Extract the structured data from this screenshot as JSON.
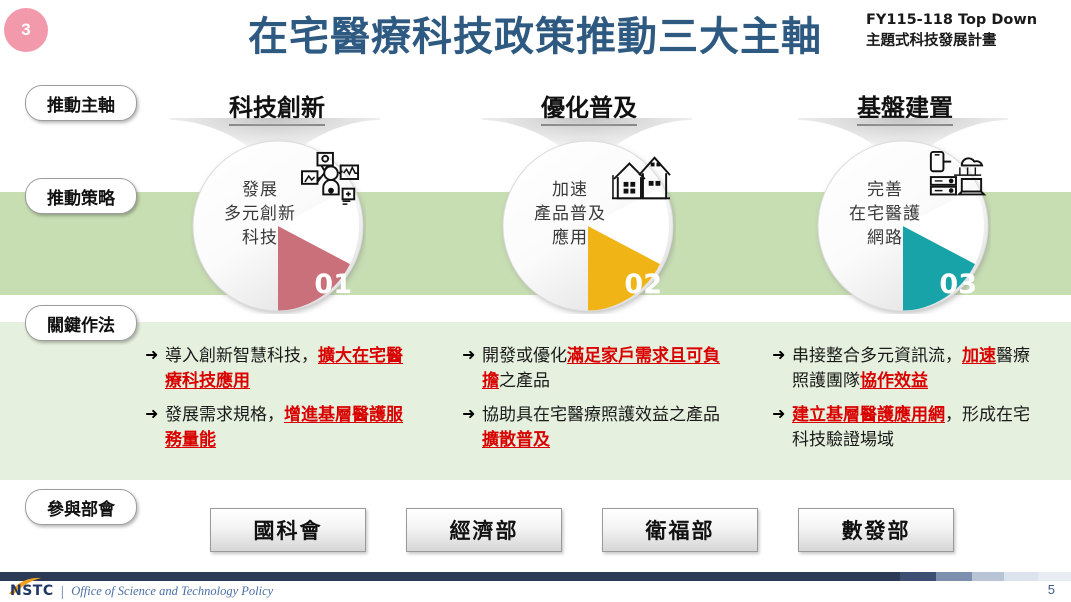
{
  "slide": {
    "badge_number": "3",
    "title": "在宅醫療科技政策推動三大主軸",
    "subtitle_line1": "FY115-118 Top Down",
    "subtitle_line2": "主題式科技發展計畫",
    "page_number": "5"
  },
  "row_labels": [
    {
      "label": "推動主軸"
    },
    {
      "label": "推動策略"
    },
    {
      "label": "關鍵作法"
    },
    {
      "label": "參與部會"
    }
  ],
  "columns": [
    {
      "header": "科技創新",
      "circle": {
        "text_lines": [
          "發展",
          "多元創新",
          "科技"
        ],
        "number": "01",
        "color": "#c9707a",
        "icon": "telemedicine-icon"
      },
      "actions": [
        {
          "pre": "導入創新智慧科技，",
          "hl": "擴大在宅醫療科技應用",
          "post": ""
        },
        {
          "pre": "發展需求規格，",
          "hl": "增進基層醫護服務量能",
          "post": ""
        }
      ]
    },
    {
      "header": "優化普及",
      "circle": {
        "text_lines": [
          "加速",
          "產品普及",
          "應用"
        ],
        "number": "02",
        "color": "#f0b416",
        "icon": "home-icon"
      },
      "actions": [
        {
          "pre": "開發或優化",
          "hl": "滿足家戶需求且可負擔",
          "post": "之產品"
        },
        {
          "pre": "協助具在宅醫療照護效益之產品",
          "hl": "擴散普及",
          "post": ""
        }
      ]
    },
    {
      "header": "基盤建置",
      "circle": {
        "text_lines": [
          "完善",
          "在宅醫護",
          "網路"
        ],
        "number": "03",
        "color": "#17a3a8",
        "icon": "cloud-server-icon"
      },
      "actions": [
        {
          "pre": "串接整合多元資訊流，",
          "hl": "加速",
          "mid": "醫療照護團隊",
          "hl2": "協作效益",
          "post": ""
        },
        {
          "pre": "",
          "hl": "建立基層醫護應用網",
          "post": "，形成在宅科技驗證場域"
        }
      ]
    }
  ],
  "ministries": [
    {
      "label": "國科會"
    },
    {
      "label": "經濟部"
    },
    {
      "label": "衛福部"
    },
    {
      "label": "數發部"
    }
  ],
  "footer": {
    "org": "NSTC",
    "divider": "|",
    "org_full": "Office of Science and Technology Policy"
  },
  "colors": {
    "title": "#2e5a81",
    "badge": "#f29aac",
    "band_strategy": "#c7ddb2",
    "band_actions": "#e6f0de",
    "highlight": "#d90000",
    "footer_bar": "#2b3a55"
  }
}
